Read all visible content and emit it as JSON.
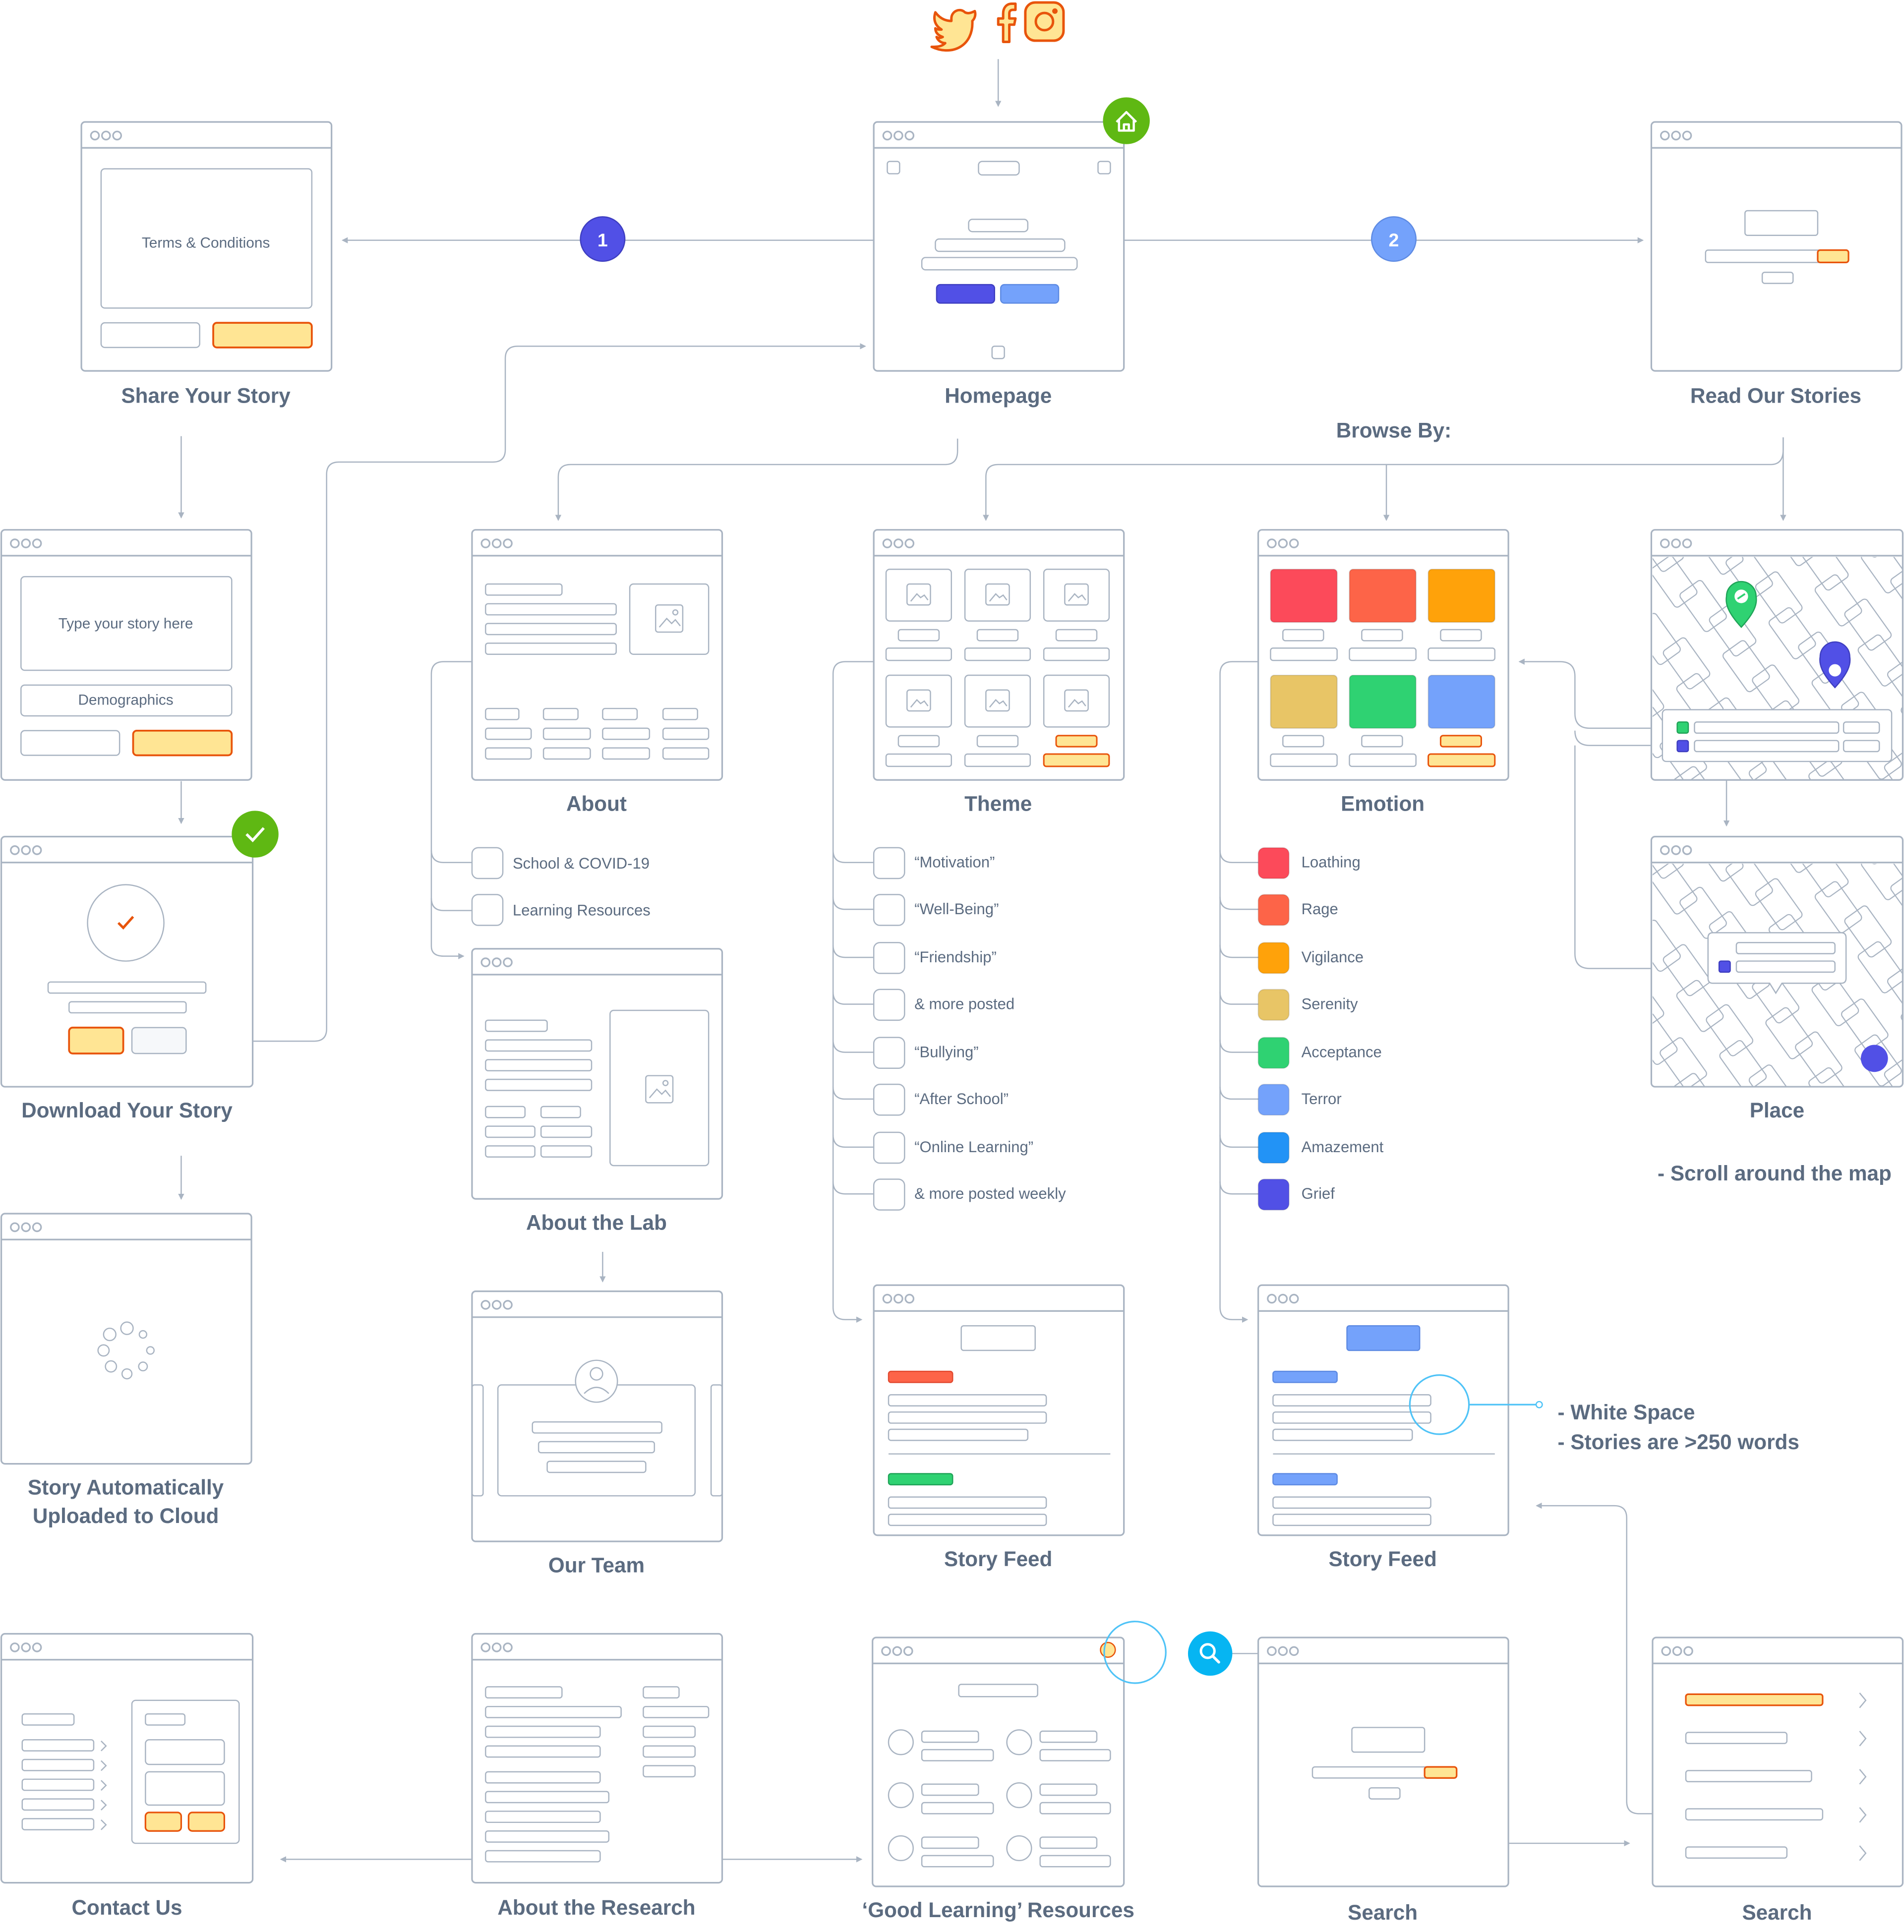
{
  "screens": {
    "share": {
      "title": "Share Your Story",
      "terms": "Terms & Conditions"
    },
    "homepage": {
      "title": "Homepage"
    },
    "read": {
      "title": "Read Our Stories"
    },
    "browse_by": "Browse By:",
    "write": {
      "placeholder": "Type your story here",
      "demographics": "Demographics"
    },
    "download": {
      "title": "Download Your Story"
    },
    "upload": {
      "line1": "Story Automatically",
      "line2": "Uploaded to Cloud"
    },
    "about": {
      "title": "About"
    },
    "about_lab": {
      "title": "About the Lab"
    },
    "our_team": {
      "title": "Our Team"
    },
    "theme": {
      "title": "Theme"
    },
    "emotion": {
      "title": "Emotion"
    },
    "place": {
      "title": "Place",
      "note": "- Scroll around the map"
    },
    "story_feed_theme": {
      "title": "Story Feed"
    },
    "story_feed_emotion": {
      "title": "Story Feed"
    },
    "annotation": {
      "line1": "- White Space",
      "line2": "- Stories are >250 words"
    },
    "contact": {
      "title": "Contact Us"
    },
    "research": {
      "title": "About the Research"
    },
    "resources": {
      "title": "‘Good Learning’ Resources"
    },
    "search_a": {
      "title": "Search"
    },
    "search_b": {
      "title": "Search"
    }
  },
  "badges": {
    "step1": "1",
    "step2": "2"
  },
  "about_items": [
    "School & COVID-19",
    "Learning Resources"
  ],
  "theme_items": [
    "“Motivation”",
    "“Well-Being”",
    "“Friendship”",
    "& more posted",
    "“Bullying”",
    "“After School”",
    "“Online Learning”",
    "& more posted weekly"
  ],
  "emotion_items": [
    {
      "label": "Loathing",
      "color": "#FC4A5A"
    },
    {
      "label": "Rage",
      "color": "#FD6448"
    },
    {
      "label": "Vigilance",
      "color": "#FFA20A"
    },
    {
      "label": "Serenity",
      "color": "#E8C566"
    },
    {
      "label": "Acceptance",
      "color": "#2FD272"
    },
    {
      "label": "Terror",
      "color": "#74A2FB"
    },
    {
      "label": "Amazement",
      "color": "#2293F6"
    },
    {
      "label": "Grief",
      "color": "#5150E6"
    }
  ],
  "social_icons": [
    "twitter-icon",
    "facebook-icon",
    "instagram-icon"
  ],
  "colors": {
    "line": "#A9B4C2",
    "heading": "#5B6B80",
    "accent_orange": "#E8540B",
    "yellow": "#FFE594",
    "indigo": "#5150E6",
    "blue": "#74A2FB",
    "green": "#5FB813",
    "cyan": "#06B5F2"
  }
}
